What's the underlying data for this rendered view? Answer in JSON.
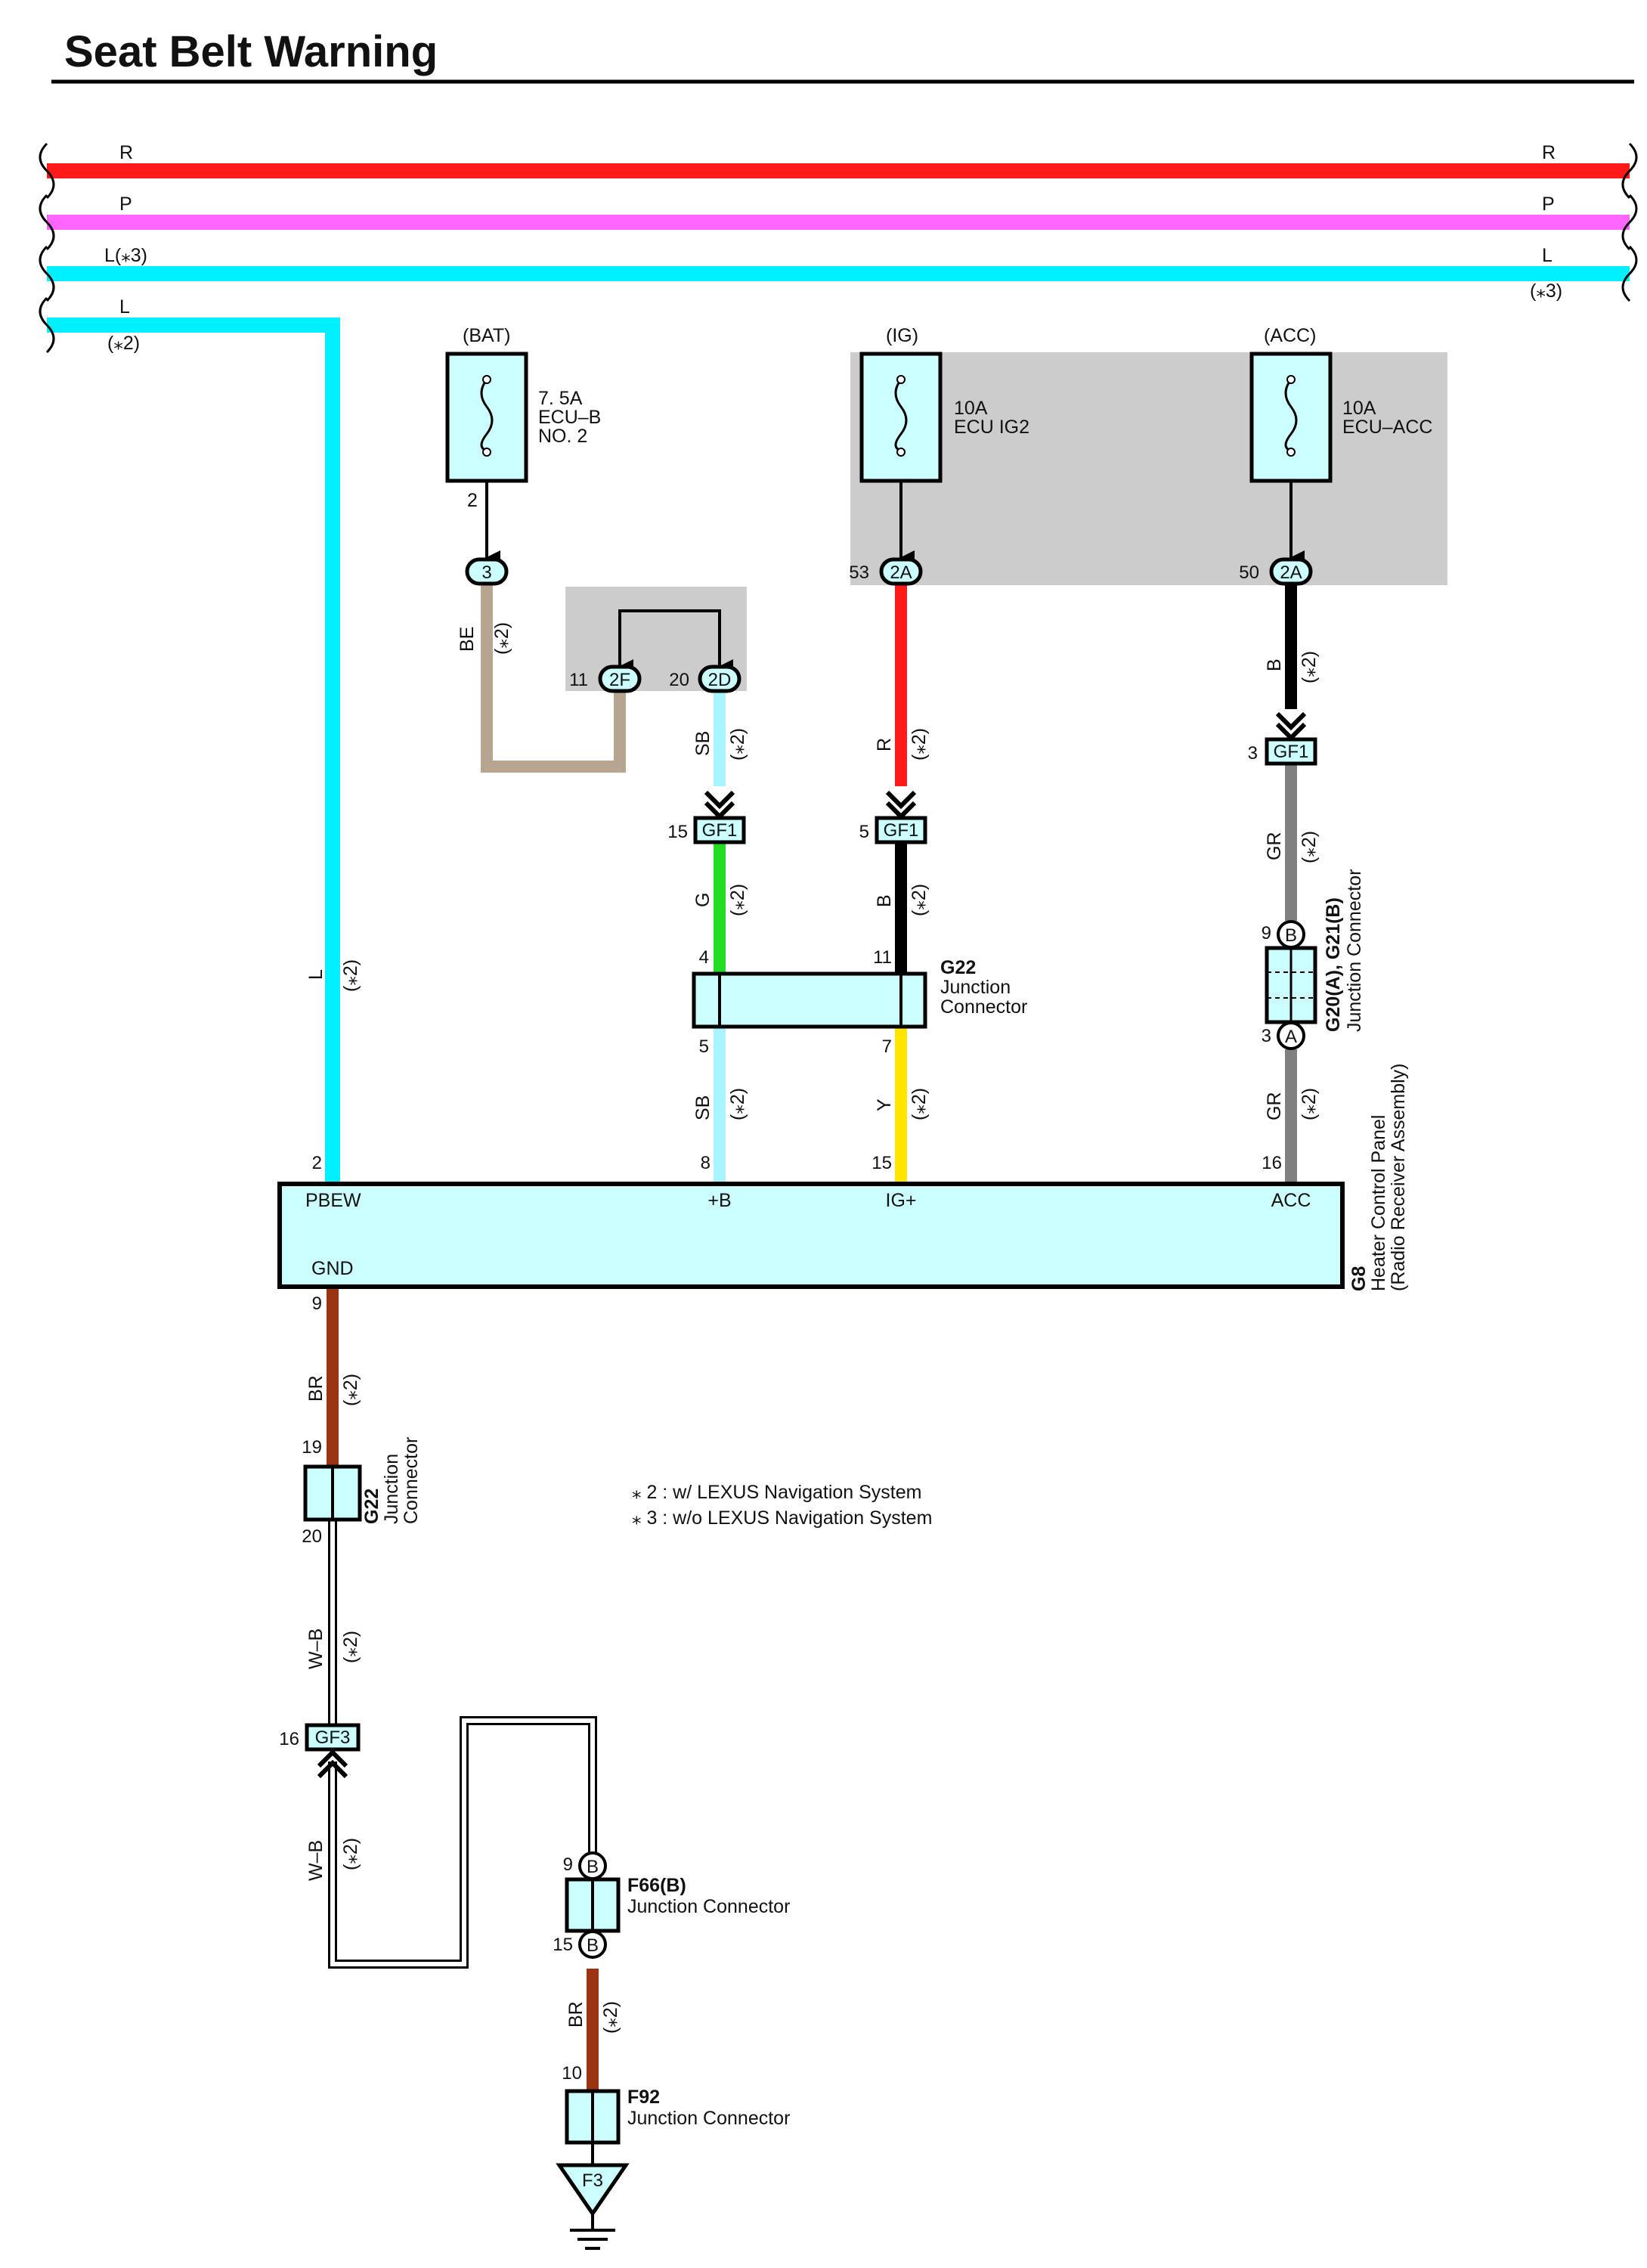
{
  "title": "Seat Belt Warning",
  "bus": {
    "r_left": "R",
    "r_right": "R",
    "p_left": "P",
    "p_right": "P",
    "l_left": "L(⁎3)",
    "l_right": "L",
    "l_right_note": "(⁎3)",
    "l2_label": "L",
    "l2_note": "(⁎2)"
  },
  "fuses": {
    "bat": {
      "header": "(BAT)",
      "line1": "7. 5A",
      "line2": "ECU–B",
      "line3": "NO. 2",
      "pin": "2"
    },
    "ig": {
      "header": "(IG)",
      "line1": "10A",
      "line2": "ECU IG2"
    },
    "acc": {
      "header": "(ACC)",
      "line1": "10A",
      "line2": "ECU–ACC"
    }
  },
  "connectors": {
    "c3": "3",
    "c2f": "2F",
    "c2f_pin": "11",
    "c2d": "2D",
    "c2d_pin": "20",
    "c2a_ig": "2A",
    "c2a_ig_pin": "53",
    "c2a_acc": "2A",
    "c2a_acc_pin": "50",
    "gf1_a": "GF1",
    "gf1_a_pin": "15",
    "gf1_b": "GF1",
    "gf1_b_pin": "5",
    "gf1_c": "GF1",
    "gf1_c_pin": "3",
    "gf3": "GF3",
    "gf3_pin": "16",
    "f3": "F3"
  },
  "wires": {
    "be": "BE",
    "sb_top": "SB",
    "r_ig": "R",
    "b_acc": "B",
    "g": "G",
    "b_ig": "B",
    "gr_top": "GR",
    "sb_bot": "SB",
    "y": "Y",
    "gr_bot": "GR",
    "l_main": "L",
    "br_top": "BR",
    "wb_top": "W–B",
    "wb_bot": "W–B",
    "br_bot": "BR",
    "note2": "(⁎2)"
  },
  "g22_top": {
    "name": "G22",
    "line1": "Junction",
    "line2": "Connector",
    "pin_in_left": "4",
    "pin_in_right": "11",
    "pin_out_left": "5",
    "pin_out_right": "7"
  },
  "g20": {
    "name": "G20(A), G21(B)",
    "desc": "Junction Connector",
    "pin_top": "9",
    "pin_top_letter": "B",
    "pin_bot": "3",
    "pin_bot_letter": "A"
  },
  "g8": {
    "name": "G8",
    "line1": "Heater Control Panel",
    "line2": "(Radio Receiver Assembly)",
    "pbew": "PBEW",
    "pbew_pin": "2",
    "plus_b": "+B",
    "plus_b_pin": "8",
    "ig_plus": "IG+",
    "ig_plus_pin": "15",
    "acc": "ACC",
    "acc_pin": "16",
    "gnd": "GND",
    "gnd_pin": "9"
  },
  "g22_bot": {
    "name": "G22",
    "line1": "Junction",
    "line2": "Connector",
    "pin_top": "19",
    "pin_bot": "20"
  },
  "f66": {
    "name": "F66(B)",
    "desc": "Junction Connector",
    "pin_top": "9",
    "pin_bot": "15",
    "letter": "B"
  },
  "f92": {
    "name": "F92",
    "desc": "Junction Connector",
    "pin": "10"
  },
  "notes": {
    "n2": "⁎ 2 : w/ LEXUS Navigation System",
    "n3": "⁎ 3 : w/o LEXUS Navigation System"
  },
  "colors": {
    "red": "#ff1a1a",
    "pink": "#ff66ff",
    "cyan": "#00f0ff",
    "lightblue": "#a8f4ff",
    "green": "#22dd22",
    "black": "#000000",
    "gray": "#808080",
    "yellow": "#ffe600",
    "brown": "#9a3412",
    "beige": "#b8a590",
    "boxfill": "#ccffff",
    "shade": "#cccccc"
  }
}
